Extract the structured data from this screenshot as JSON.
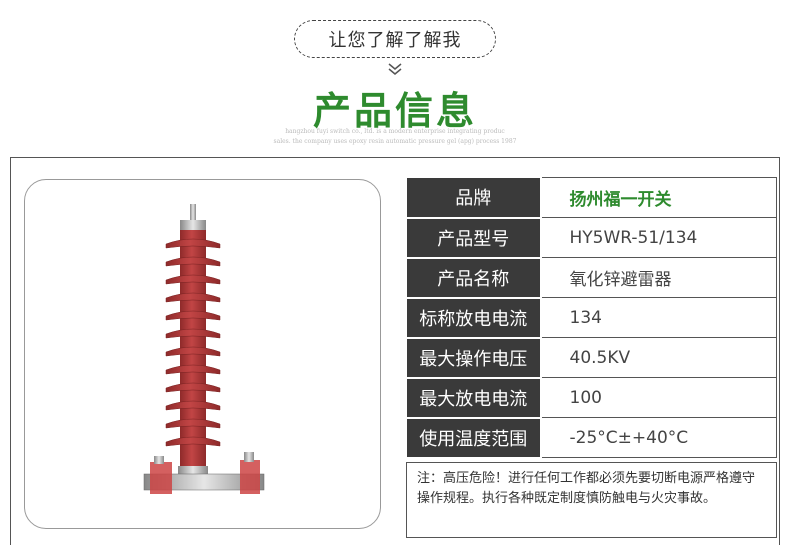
{
  "header": {
    "pill_text": "让您了解了解我",
    "title": "产品信息",
    "subtitle_line1": "hangzhou fuyi switch co., ltd. is a modern enterprise integrating produc",
    "subtitle_line2": "sales. the company uses epoxy resin automatic pressure gel (apg) process 1987"
  },
  "colors": {
    "accent": "#2e8b2e",
    "label_bg": "#3a3a3a",
    "insulator": "#b23a3a"
  },
  "specs": [
    {
      "label": "品牌",
      "value": "扬州福一开关"
    },
    {
      "label": "产品型号",
      "value": "HY5WR-51/134"
    },
    {
      "label": "产品名称",
      "value": "氧化锌避雷器"
    },
    {
      "label": "标称放电电流",
      "value": "134"
    },
    {
      "label": "最大操作电压",
      "value": "40.5KV"
    },
    {
      "label": "最大放电电流",
      "value": "100"
    },
    {
      "label": "使用温度范围",
      "value": "-25°C±+40°C"
    }
  ],
  "note": "注：高压危险！进行任何工作都必须先要切断电源严格遵守操作规程。执行各种既定制度慎防触电与火灾事故。",
  "icons": [
    "chevron-down-icon",
    "surge-arrester-image"
  ]
}
